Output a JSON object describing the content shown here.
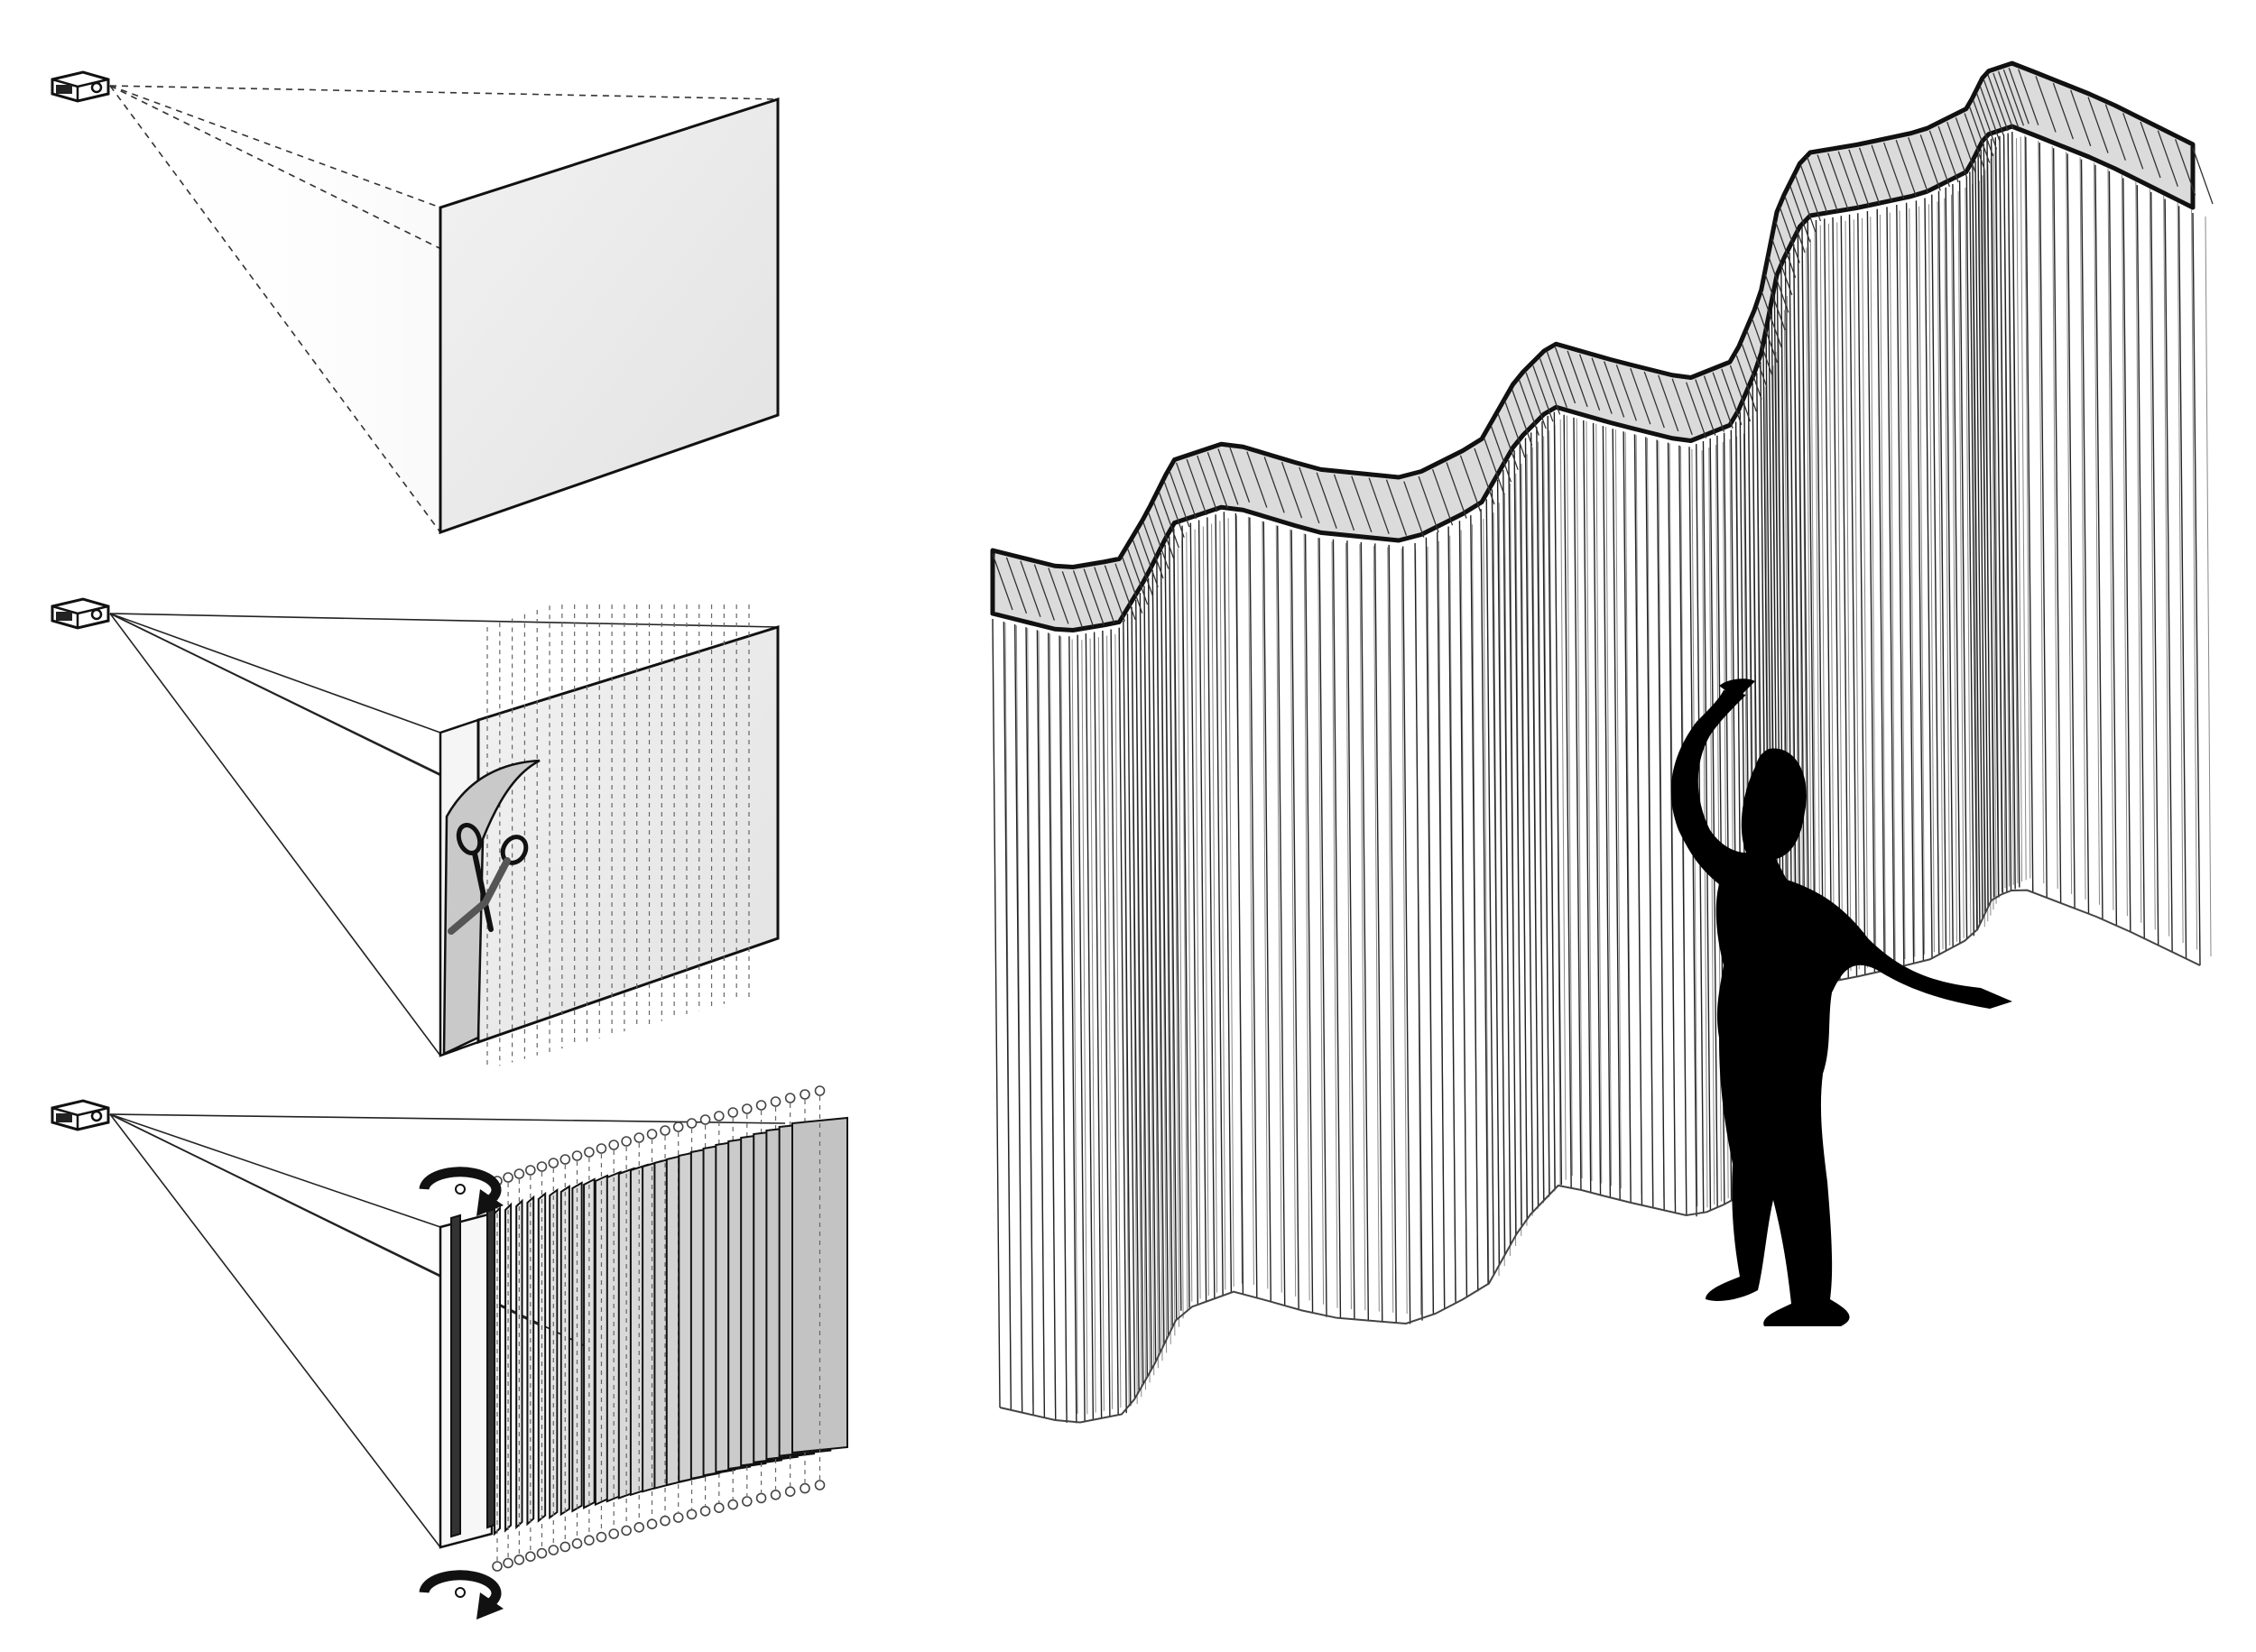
{
  "figure": {
    "panels": [
      {
        "id": "projection-onto-screen",
        "elements": [
          "projector-icon",
          "projection-cone",
          "flat-screen"
        ]
      },
      {
        "id": "screen-cut-into-strips",
        "elements": [
          "projector-icon",
          "projection-cone",
          "slit-screen",
          "scissors-icon"
        ]
      },
      {
        "id": "strips-rotated",
        "elements": [
          "projector-icon",
          "projection-cone",
          "rotated-strips",
          "rotate-arrow-icon"
        ]
      }
    ],
    "main_illustration": {
      "elements": [
        "wave-header-rail",
        "hanging-strips",
        "person-silhouette"
      ]
    }
  },
  "colors": {
    "ink": "#111111",
    "strip_fill": "#e6e6e6",
    "screen_fill": "#ececec",
    "silhouette": "#000000"
  }
}
